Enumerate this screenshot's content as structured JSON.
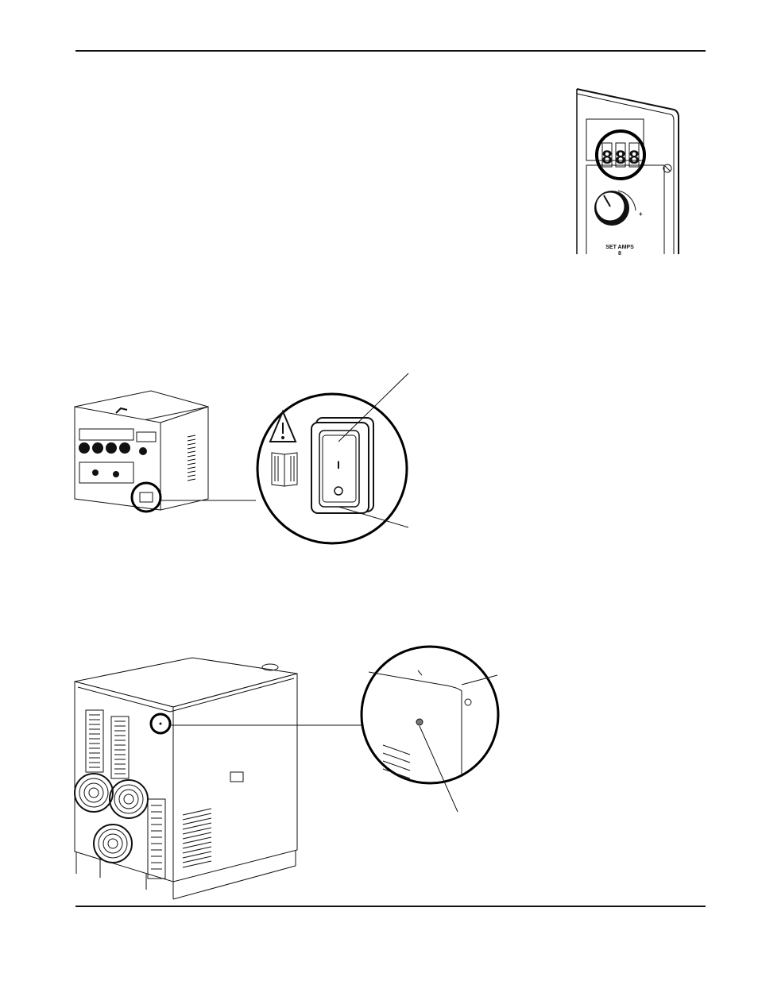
{
  "page": {
    "background": "#ffffff",
    "line_color": "#111111"
  },
  "figures": {
    "amp_display": {
      "panel_label_line1": "SET AMPS",
      "panel_label_line2": "8",
      "digits": [
        "8",
        "8",
        "8"
      ]
    },
    "power_switch_unit": {
      "switch_on_symbol": "I"
    },
    "rear_cabinet": {}
  }
}
